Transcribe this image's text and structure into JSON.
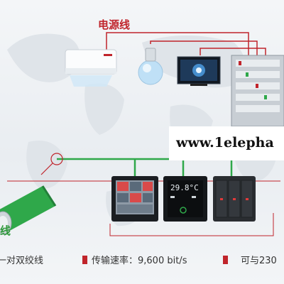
{
  "diagram": {
    "power_line_label": "电源线",
    "watermark": "www.1elepha",
    "cable_label_fragment": "线",
    "footer": {
      "item1": "一对双绞线",
      "item2": "传输速率：9,600 bit/s",
      "item3": "可与230"
    },
    "thermostat": {
      "temperature": "29.8°C"
    }
  },
  "colors": {
    "power_line": "#c0242b",
    "bus_line": "#2fa84a",
    "accent_text": "#c0242b"
  }
}
